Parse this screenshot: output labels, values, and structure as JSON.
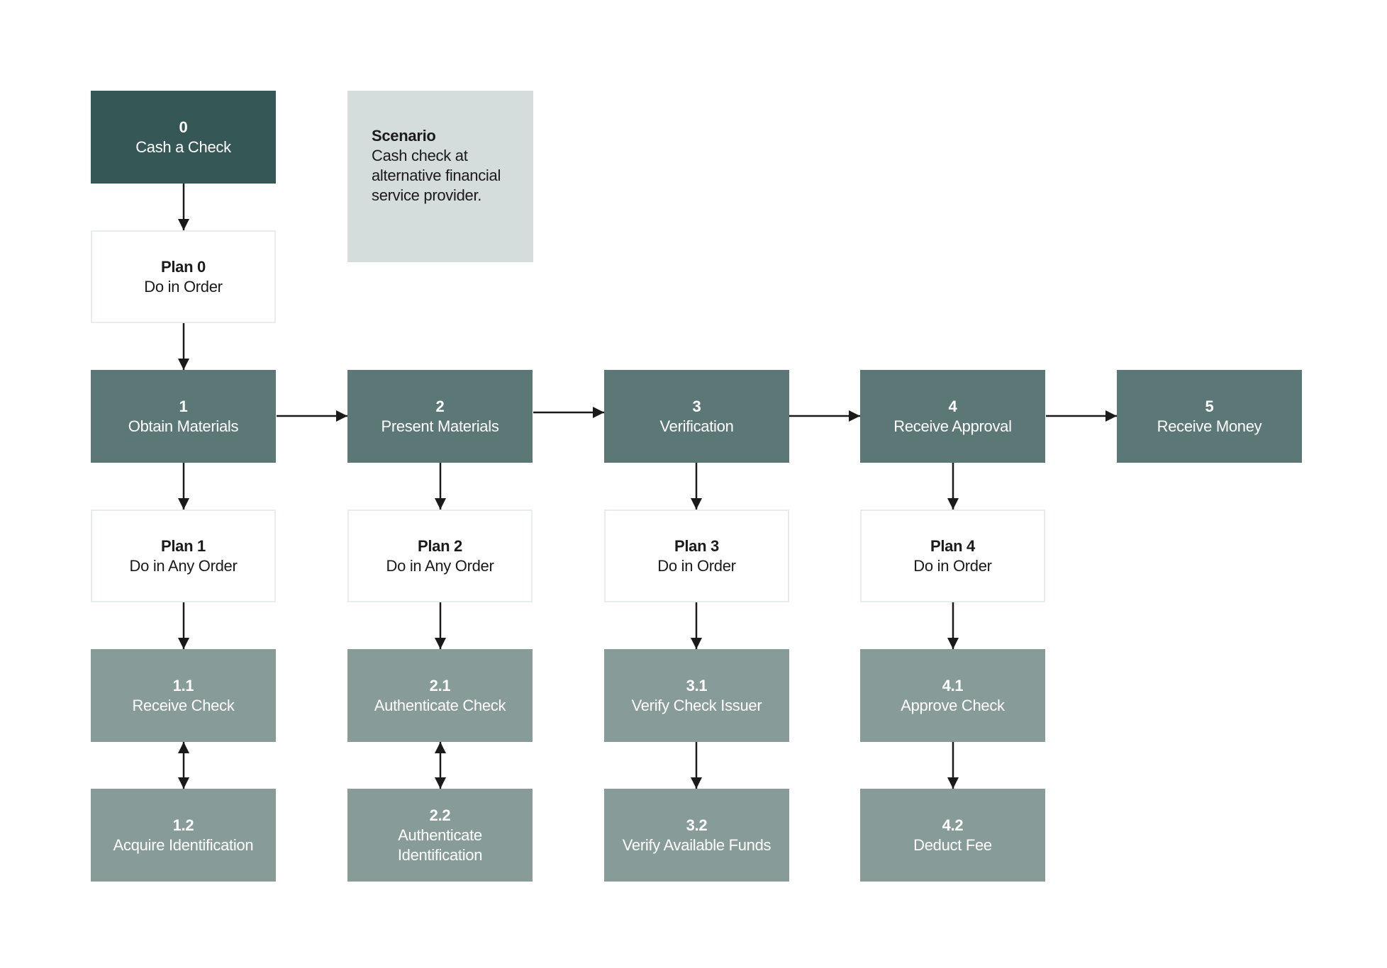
{
  "scenario": {
    "title": "Scenario",
    "text": "Cash check at alternative financial service provider."
  },
  "nodes": {
    "n0": {
      "num": "0",
      "label": "Cash a Check"
    },
    "p0": {
      "plan": "Plan 0",
      "label": "Do in Order"
    },
    "n1": {
      "num": "1",
      "label": "Obtain Materials"
    },
    "n2": {
      "num": "2",
      "label": "Present Materials"
    },
    "n3": {
      "num": "3",
      "label": "Verification"
    },
    "n4": {
      "num": "4",
      "label": "Receive Approval"
    },
    "n5": {
      "num": "5",
      "label": "Receive Money"
    },
    "p1": {
      "plan": "Plan 1",
      "label": "Do in Any Order"
    },
    "p2": {
      "plan": "Plan 2",
      "label": "Do in Any Order"
    },
    "p3": {
      "plan": "Plan 3",
      "label": "Do in Order"
    },
    "p4": {
      "plan": "Plan 4",
      "label": "Do in Order"
    },
    "n11": {
      "num": "1.1",
      "label": "Receive Check"
    },
    "n12": {
      "num": "1.2",
      "label": "Acquire Identification"
    },
    "n21": {
      "num": "2.1",
      "label": "Authenticate Check"
    },
    "n22": {
      "num": "2.2",
      "label": "Authenticate Identification"
    },
    "n31": {
      "num": "3.1",
      "label": "Verify Check Issuer"
    },
    "n32": {
      "num": "3.2",
      "label": "Verify Available Funds"
    },
    "n41": {
      "num": "4.1",
      "label": "Approve Check"
    },
    "n42": {
      "num": "4.2",
      "label": "Deduct Fee"
    }
  },
  "colors": {
    "root": "#355756",
    "task": "#5c7876",
    "subtask": "#879b99",
    "scenario": "#d4dddc",
    "arrow": "#1a1a1a"
  }
}
